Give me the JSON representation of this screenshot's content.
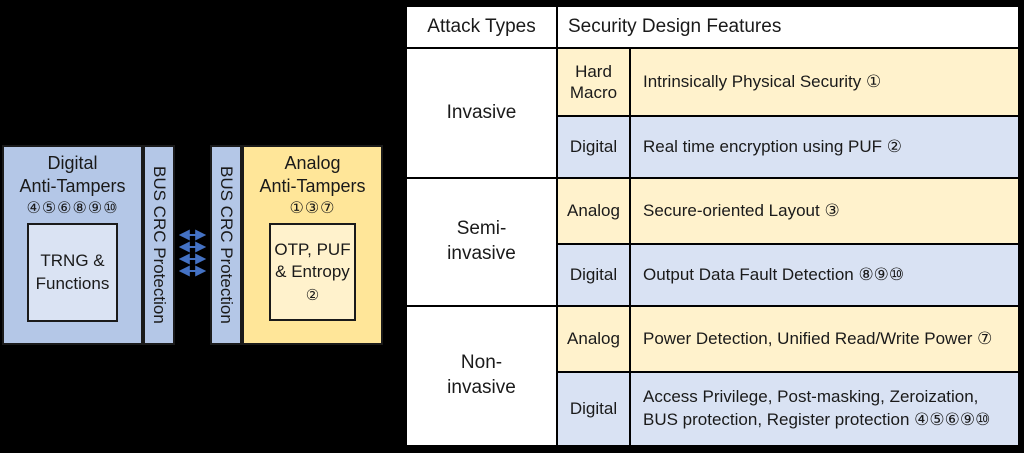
{
  "colors": {
    "background": "#000000",
    "block_blue": "#b4c7e7",
    "block_blue_inner": "#dae3f3",
    "block_gold": "#ffe699",
    "block_gold_inner": "#fff2cc",
    "table_gold_cell": "#fff2cc",
    "table_blue_cell": "#d9e2f3",
    "arrow_blue": "#4472c4",
    "border": "#1a1a1a"
  },
  "diagram": {
    "digital": {
      "title": "Digital\nAnti-Tampers",
      "numbers": "④⑤⑥⑧⑨⑩",
      "inner": "TRNG &\nFunctions"
    },
    "bus_left": "BUS CRC Protection",
    "bus_right": "BUS CRC Protection",
    "analog": {
      "title": "Analog\nAnti-Tampers",
      "numbers": "①③⑦",
      "inner": "OTP, PUF\n& Entropy",
      "inner_number": "②"
    }
  },
  "table": {
    "header": {
      "attack": "Attack Types",
      "features": "Security Design Features"
    },
    "groups": [
      {
        "attack": "Invasive",
        "subrows": [
          {
            "type": "Hard Macro",
            "feature": "Intrinsically Physical Security ①"
          },
          {
            "type": "Digital",
            "feature": "Real time encryption using PUF ②"
          }
        ]
      },
      {
        "attack": "Semi-\ninvasive",
        "subrows": [
          {
            "type": "Analog",
            "feature": "Secure-oriented Layout ③"
          },
          {
            "type": "Digital",
            "feature": "Output Data Fault Detection ⑧⑨⑩"
          }
        ]
      },
      {
        "attack": "Non-\ninvasive",
        "subrows": [
          {
            "type": "Analog",
            "feature": "Power Detection, Unified Read/Write Power ⑦"
          },
          {
            "type": "Digital",
            "feature": "Access Privilege, Post-masking, Zeroization, BUS protection, Register protection ④⑤⑥⑨⑩"
          }
        ]
      }
    ]
  }
}
